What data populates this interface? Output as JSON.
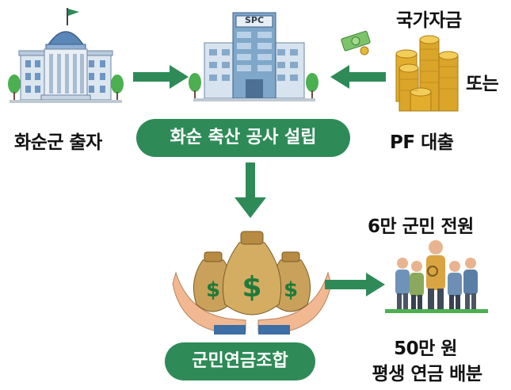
{
  "nodes": {
    "county": {
      "label": "화순군 출자"
    },
    "spc": {
      "sign": "SPC"
    },
    "funding": {
      "label_top": "국가자금",
      "label_or": "또는",
      "label_bottom": "PF 대출"
    },
    "corporation": {
      "label": "화순 축산 공사 설립"
    },
    "union": {
      "label": "군민연금조합"
    },
    "residents": {
      "label": "6만 군민 전원"
    },
    "pension": {
      "line1": "50만 원",
      "line2": "평생 연금 배분"
    }
  },
  "colors": {
    "accent_green": "#2e8b57",
    "building_blue": "#7fa7c9",
    "gold": "#d9a520"
  },
  "icons": [
    "government-building-icon",
    "spc-building-icon",
    "money-coins-icon",
    "money-bags-hands-icon",
    "people-group-icon"
  ]
}
